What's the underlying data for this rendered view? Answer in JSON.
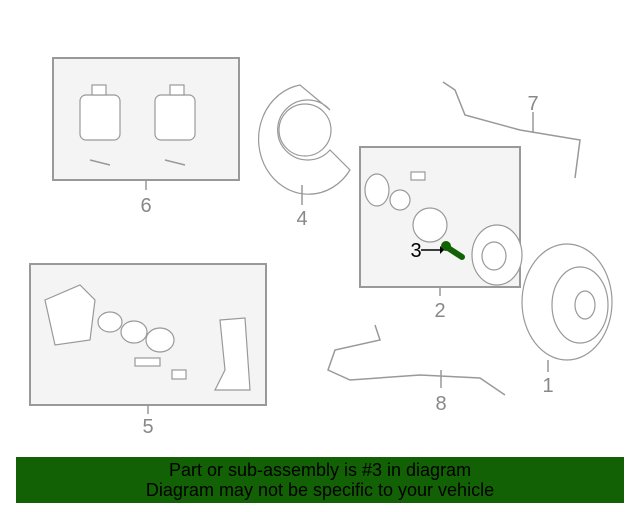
{
  "diagram": {
    "callouts": {
      "1": "1",
      "2": "2",
      "3": "3",
      "4": "4",
      "5": "5",
      "6": "6",
      "7": "7",
      "8": "8"
    },
    "highlight_color": "#136105"
  },
  "banner": {
    "line1": "Part or sub-assembly is #3 in diagram",
    "line2": "Diagram may not be specific to your vehicle"
  }
}
